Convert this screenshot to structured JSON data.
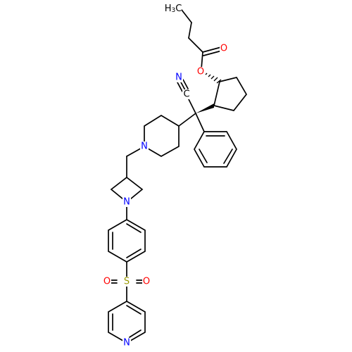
{
  "colors": {
    "carbon": "#000000",
    "oxygen": "#ff0000",
    "nitrogen": "#0000ff",
    "sulfur": "#999900"
  },
  "atoms": [
    {
      "id": "ch3",
      "text": "H3C",
      "main": "H",
      "sub": "3",
      "tail": "C",
      "color": "carbon"
    },
    {
      "id": "o_carbonyl",
      "text": "O",
      "color": "oxygen"
    },
    {
      "id": "o_ester",
      "text": "O",
      "color": "oxygen"
    },
    {
      "id": "n_nitrile",
      "text": "N",
      "color": "nitrogen"
    },
    {
      "id": "c_nitrile",
      "text": "C",
      "color": "carbon"
    },
    {
      "id": "n_piperidine",
      "text": "N",
      "color": "nitrogen"
    },
    {
      "id": "n_azetidine",
      "text": "N",
      "color": "nitrogen"
    },
    {
      "id": "s_sulfonyl",
      "text": "S",
      "color": "sulfur"
    },
    {
      "id": "o_sulfonyl_left",
      "text": "O",
      "color": "oxygen"
    },
    {
      "id": "o_sulfonyl_right",
      "text": "O",
      "color": "oxygen"
    },
    {
      "id": "n_pyridine",
      "text": "N",
      "color": "nitrogen"
    }
  ]
}
